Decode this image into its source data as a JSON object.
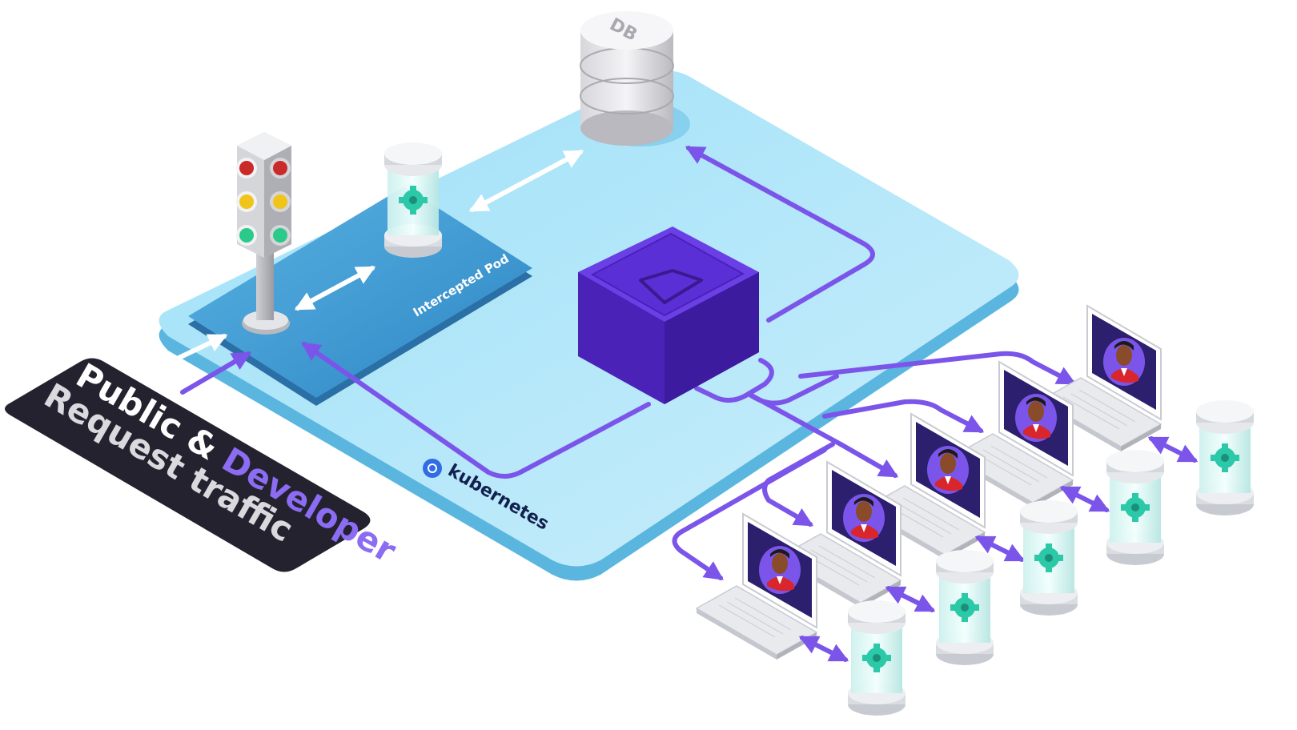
{
  "platform": {
    "label": "kubernetes"
  },
  "intercepted_pod": {
    "label": "Intercepted Pod"
  },
  "database": {
    "label": "DB"
  },
  "banner": {
    "line1_public": "Public & ",
    "line1_developer": "Developer",
    "line2": "Request traffic"
  },
  "laptops": [
    {
      "id": "laptop-1"
    },
    {
      "id": "laptop-2"
    },
    {
      "id": "laptop-3"
    },
    {
      "id": "laptop-4"
    },
    {
      "id": "laptop-5"
    }
  ],
  "colors": {
    "platform_top": "#8fd8f5",
    "platform_side": "#5bb6df",
    "pod_panel": "#3d9bd4",
    "proxy_box": "#5a2fd6",
    "flow_line": "#7b55ea",
    "banner_bg": "#24222f",
    "developer_accent": "#8b6cf2",
    "gear": "#2bc9a8"
  }
}
